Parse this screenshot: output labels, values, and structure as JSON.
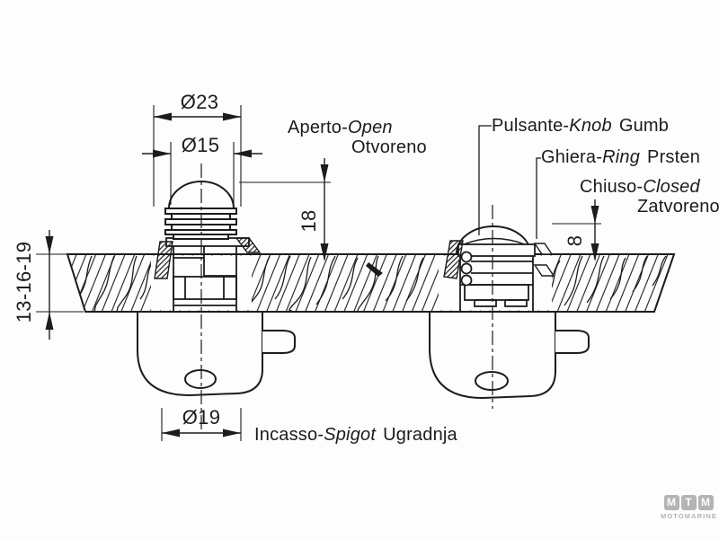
{
  "labels": {
    "open": {
      "primary": "Aperto-",
      "italic": "Open",
      "secondary": "Otvoreno"
    },
    "knob": {
      "primary": "Pulsante-",
      "italic": "Knob",
      "secondary": "Gumb"
    },
    "ring": {
      "primary": "Ghiera-",
      "italic": "Ring",
      "secondary": "Prsten"
    },
    "closed": {
      "primary": "Chiuso-",
      "italic": "Closed",
      "secondary": "Zatvoreno"
    },
    "mount": {
      "primary": "Incasso-",
      "italic": "Spigot",
      "secondary": "Ugradnja"
    }
  },
  "dimensions": {
    "knob_diameter": "Ø23",
    "stem_diameter": "Ø15",
    "open_height": "18",
    "closed_height": "8",
    "panel_thickness_options": "13-16-19",
    "spigot_diameter": "Ø19"
  },
  "logo": {
    "letters": [
      "M",
      "T",
      "M"
    ],
    "name": "MOTOMARINE",
    "color": "#b4b4b4"
  },
  "line_color": "#1c1c1c",
  "background_color": "#fdfdfd"
}
